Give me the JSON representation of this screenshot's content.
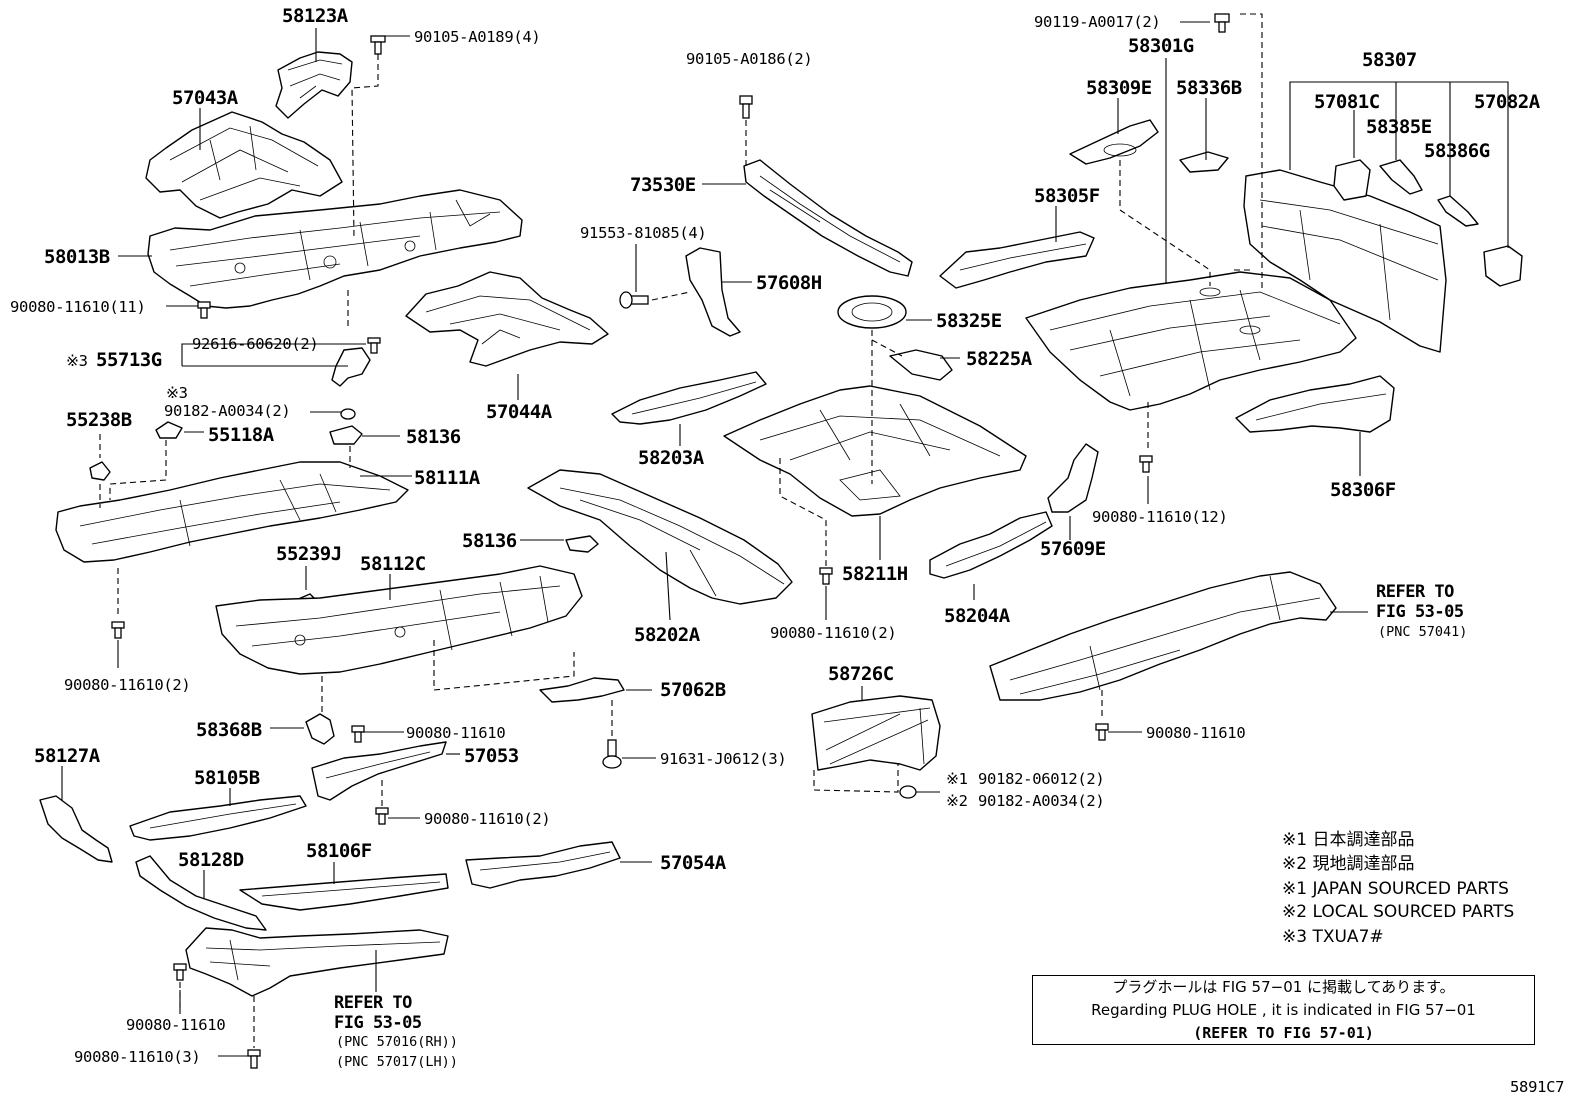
{
  "labels": {
    "p58123A": "58123A",
    "p57043A": "57043A",
    "p58013B": "58013B",
    "p55713G": "55713G",
    "p55238B": "55238B",
    "p55118A": "55118A",
    "p58136a": "58136",
    "p58111A": "58111A",
    "p57044A": "57044A",
    "p55239J": "55239J",
    "p58112C": "58112C",
    "p58136b": "58136",
    "p58368B": "58368B",
    "p57053": "57053",
    "p58127A": "58127A",
    "p58105B": "58105B",
    "p58128D": "58128D",
    "p58106F": "58106F",
    "p57054A": "57054A",
    "p57062B": "57062B",
    "p73530E": "73530E",
    "p57608H": "57608H",
    "p58203A": "58203A",
    "p58202A": "58202A",
    "p58325E": "58325E",
    "p58225A": "58225A",
    "p58211H": "58211H",
    "p58726C": "58726C",
    "p58301G": "58301G",
    "p58309E": "58309E",
    "p58336B": "58336B",
    "p58307": "58307",
    "p57081C": "57081C",
    "p57082A": "57082A",
    "p58385E": "58385E",
    "p58386G": "58386G",
    "p58305F": "58305F",
    "p58306F": "58306F",
    "p57609E": "57609E",
    "p58204A": "58204A"
  },
  "bolts": {
    "b01": "90105-A0189(4)",
    "b02": "90080-11610(11)",
    "b03": "92616-60620(2)",
    "b04": "90182-A0034(2)",
    "b05": "90080-11610(2)",
    "b06": "90080-11610",
    "b07": "90080-11610(2)",
    "b08": "90080-11610",
    "b09": "90080-11610(3)",
    "b10": "91631-J0612(3)",
    "b11": "90105-A0186(2)",
    "b12": "91553-81085(4)",
    "b13": "90080-11610(2)",
    "b14": "90182-06012(2)",
    "b15": "90182-A0034(2)",
    "b16": "90119-A0017(2)",
    "b17": "90080-11610(12)",
    "b18": "90080-11610"
  },
  "marks": {
    "m1": "※3",
    "m2": "※3",
    "m3": "※1",
    "m4": "※2"
  },
  "refer": {
    "r1_line1": "REFER TO",
    "r1_line2": "FIG 53-05",
    "r1_line3": "(PNC 57041)",
    "r2_line1": "REFER TO",
    "r2_line2": "FIG 53-05",
    "r2_line3": "(PNC 57016(RH))",
    "r2_line4": "(PNC 57017(LH))"
  },
  "legend": {
    "l1": "※1 日本調達部品",
    "l2": "※2 現地調達部品",
    "l3": "※1 JAPAN SOURCED PARTS",
    "l4": "※2 LOCAL SOURCED PARTS",
    "l5": "※3 TXUA7#"
  },
  "notebox": {
    "line1": "プラグホールは FIG 57−01 に掲載してあります。",
    "line2": "Regarding  PLUG  HOLE , it is indicated in FIG  57−01",
    "line3": "(REFER TO FIG 57-01)"
  },
  "figure_id": "5891C7"
}
